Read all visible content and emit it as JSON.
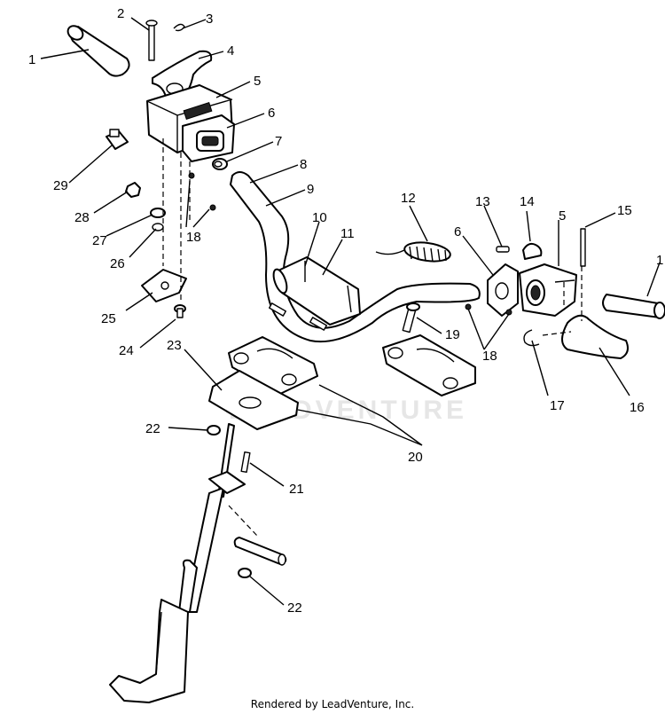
{
  "watermark": "LEADVENTURE",
  "footer": {
    "credit": "Rendered by LeadVenture, Inc."
  },
  "callouts": [
    {
      "id": "c1",
      "label": "1"
    },
    {
      "id": "c2",
      "label": "2"
    },
    {
      "id": "c3",
      "label": "3"
    },
    {
      "id": "c4",
      "label": "4"
    },
    {
      "id": "c5a",
      "label": "5"
    },
    {
      "id": "c6a",
      "label": "6"
    },
    {
      "id": "c7",
      "label": "7"
    },
    {
      "id": "c8",
      "label": "8"
    },
    {
      "id": "c9",
      "label": "9"
    },
    {
      "id": "c10",
      "label": "10"
    },
    {
      "id": "c11",
      "label": "11"
    },
    {
      "id": "c12",
      "label": "12"
    },
    {
      "id": "c13",
      "label": "13"
    },
    {
      "id": "c14",
      "label": "14"
    },
    {
      "id": "c5b",
      "label": "5"
    },
    {
      "id": "c15",
      "label": "15"
    },
    {
      "id": "c1b",
      "label": "1"
    },
    {
      "id": "c6b",
      "label": "6"
    },
    {
      "id": "c29",
      "label": "29"
    },
    {
      "id": "c28",
      "label": "28"
    },
    {
      "id": "c27",
      "label": "27"
    },
    {
      "id": "c18a",
      "label": "18"
    },
    {
      "id": "c26",
      "label": "26"
    },
    {
      "id": "c25",
      "label": "25"
    },
    {
      "id": "c24",
      "label": "24"
    },
    {
      "id": "c23",
      "label": "23"
    },
    {
      "id": "c19",
      "label": "19"
    },
    {
      "id": "c18b",
      "label": "18"
    },
    {
      "id": "c17",
      "label": "17"
    },
    {
      "id": "c16",
      "label": "16"
    },
    {
      "id": "c22a",
      "label": "22"
    },
    {
      "id": "c20",
      "label": "20"
    },
    {
      "id": "c21",
      "label": "21"
    },
    {
      "id": "c22b",
      "label": "22"
    }
  ]
}
